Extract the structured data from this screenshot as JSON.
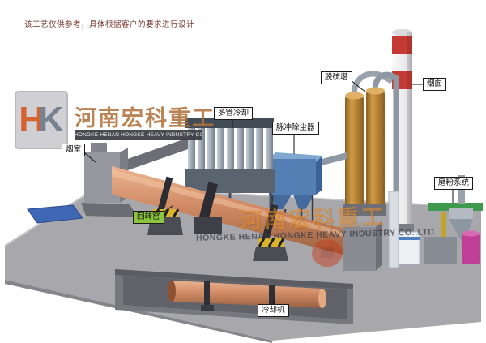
{
  "note": "该工艺仅供参考，具体根据客户的要求进行设计",
  "logo": {
    "monogram_h": "H",
    "monogram_k": "K",
    "name_cn": "河南宏科重工",
    "name_en": "HONGKE HENAN HONGKE HEAVY INDUSTRY CO.,LTD"
  },
  "watermark": {
    "name_cn": "河南宏科重工",
    "name_en": "HONGKE HENAN HONGKE HEAVY INDUSTRY CO.,LTD"
  },
  "labels": {
    "smoke_chamber": "烟室",
    "rotary_kiln": "回转窑",
    "multi_tube_cooler": "多管冷却",
    "pulse_dust_collector": "脉冲除尘器",
    "desulfurization_tower": "脱硫塔",
    "chimney": "烟囱",
    "grinding_system": "磨粉系统",
    "cooling_machine": "冷却机"
  },
  "colors": {
    "kiln_body": "#cf8a64",
    "dust_collector_blue": "#537fb4",
    "tower_amber": "#d29d46",
    "chimney_band_red": "#c23a33",
    "platform_gray": "#a7a7ac",
    "rotary_kiln_label_green": "#8cc63e",
    "watermark_orange": "#e08a2a"
  }
}
